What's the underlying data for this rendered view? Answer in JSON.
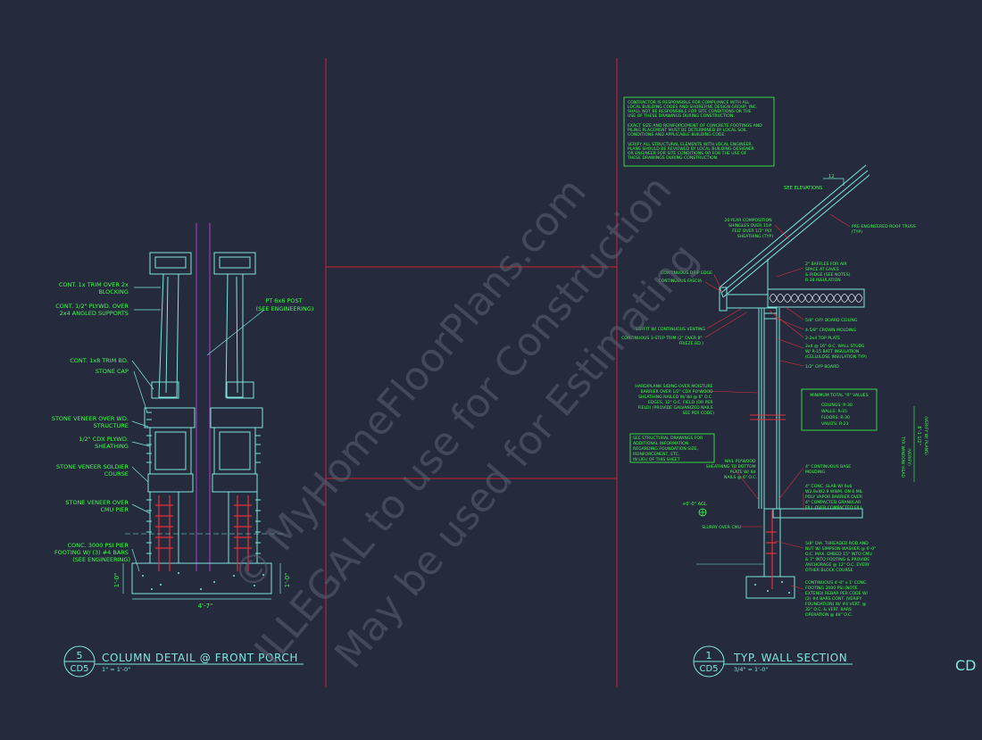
{
  "watermark": {
    "line1": "© MyHomeFloorPlans.com",
    "line2": "ILLEGAL to use for Construction",
    "line3": "May be used for Estimating"
  },
  "column_detail": {
    "labels": [
      "CONT. 1x TRIM OVER 2x",
      "BLOCKING",
      "CONT. 1/2\" PLYWD. OVER",
      "2x4 ANGLED SUPPORTS",
      "CONT. 1x8 TRIM BD.",
      "STONE CAP",
      "STONE VENEER OVER WD.",
      "STRUCTURE",
      "1/2\" CDX PLYWD.",
      "SHEATHING",
      "STONE VENEER SOLDIER",
      "COURSE",
      "STONE VENEER OVER",
      "CMU PIER",
      "CONC. 3000 PSI PIER",
      "FOOTING W/ (3) #4 BARS",
      "(SEE ENGINEERING)"
    ],
    "post_label": [
      "PT 6x6 POST",
      "(SEE ENGINEERING)"
    ],
    "dim_width": "4'-7\"",
    "dim_height_left": "1'-0\"",
    "dim_height_right": "1'-0\"",
    "detail_number": "5",
    "sheet_ref": "CD5",
    "title": "COLUMN DETAIL @ FRONT PORCH",
    "scale": "1\" = 1'-0\""
  },
  "wall_section": {
    "general_notes": [
      "CONTRACTOR IS RESPONSIBLE FOR COMPLIANCE WITH ALL",
      "LOCAL BUILDING CODES AND SHOREFINE DESIGN GROUP, INC.",
      "SHALL NOT BE RESPONSIBLE FOR SITE CONDITIONS OR THE",
      "USE OF THESE DRAWINGS DURING CONSTRUCTION.",
      "",
      "EXACT SIZE AND REINFORCEMENT OF CONCRETE FOOTINGS AND",
      "PILING PLACEMENT MUST BE DETERMINED BY LOCAL SOIL",
      "CONDITIONS AND APPLICABLE BUILDING CODE.",
      "",
      "VERIFY ALL STRUCTURAL ELEMENTS WITH LOCAL ENGINEER.",
      "PLANS SHOULD BE REVIEWED BY LOCAL BUILDING DESIGNER",
      "OR ENGINEER FOR SITE CONDITIONS OR FOR THE USE OF",
      "THESE DRAWINGS DURING CONSTRUCTION."
    ],
    "pitch": "12",
    "see_elevations": "SEE ELEVATIONS",
    "shingles": [
      "20-YEAR COMPOSITION",
      "SHINGLES OVER 15#",
      "FELT OVER 1/2\" PLY",
      "SHEATHING (TYP)"
    ],
    "truss": [
      "PRE-ENGINEERED ROOF TRUSS",
      "(TYP)"
    ],
    "baffle": [
      "2\" BAFFLES FOR AIR",
      "SPACE AT EAVES",
      "& RIDGE (SEE NOTES)"
    ],
    "insulation_r38": "R-38 INSULATION",
    "drip_edge": "CONTINUOUS DRIP EDGE",
    "fascia": "CONTINUOUS FASCIA",
    "soffit": "SOFFIT W/ CONTINUOUS VENTING",
    "frieze": [
      "CONTINUOUS 3-STEP TRIM (2\" OVER 8\"",
      "FRIEZE BD.)"
    ],
    "gyp_ceiling": "5/8\" GYP. BOARD CEILING",
    "crown": "4-5/8\" CROWN MOLDING",
    "top_plate": "2-2x4 TOP PLATE",
    "studs": [
      "2x4 @ 16\" O.C. WALL STUDS",
      "W/ R-15 BATT INSULATION",
      "(CELLULOSE INSULATION TYP)"
    ],
    "gyp_wall": "1/2\" GYP BOARD",
    "siding": [
      "HARDIPLANK SIDING OVER MOISTURE",
      "BARRIER OVER 1/2\" CDX PLYWOOD",
      "SHEATHING NAILED W/ 8d @ 6\" O.C.",
      "EDGES, 12\" O.C. FIELD (OR PER",
      "FIELD) (PROVIDE GALVANIZED NAILS",
      "SEE PER CODE)"
    ],
    "r_values": {
      "title": "MINIMUM TOTAL \"R\" VALUES",
      "rows": [
        "CEILINGS:  R-30",
        "WALLS:  R-15",
        "FLOORS:  R-30",
        "VAULTS:  R-23"
      ]
    },
    "engineering_note": [
      "SEE STRUCTURAL DRAWINGS FOR",
      "ADDITIONAL INFORMATION",
      "REGARDING FOUNDATION SIZE,",
      "REINFORCEMENT, ETC.",
      "IN LIEU OF THIS SHEET"
    ],
    "nail_plywood": [
      "NAIL PLYWOOD",
      "SHEATHING TO BOTTOM",
      "PLATE W/ 8d",
      "NAILS @ 6\" O.C."
    ],
    "base": [
      "4\" CONTINUOUS BASE",
      "MOLDING"
    ],
    "slab": [
      "4\" CONC. SLAB W/ 6x6",
      "W2.9xW2.9 WWM. ON 6 MIL",
      "POLY VAPOR BARRIER OVER",
      "4\" COMPACTED GRANULAR",
      "FILL OVER COMPACTED FILL"
    ],
    "level": "+0'-0\" AGL",
    "slurry": "SLURRY OVER CMU",
    "anchor": [
      "5/8\" DIA. THREADED ROD AND",
      "NUT W/ SIMPSON WASHER @ 6'-0\"",
      "O.C. MAX. EMBED 15\" INTO CMU",
      "& 7\" INTO FOOTING & PROVIDE",
      "ANCHORAGE @ 12\" O.C. EVERY",
      "OTHER BLOCK COURSE"
    ],
    "footing": [
      "CONTINUOUS 4'-0\" x 1' CONC.",
      "FOOTING 3000 PSI (NOTE",
      "EXTEND) REBAR PER CODE W/",
      "(2) #4 BARS CONT. (VERIFY",
      "FOUNDATION) W/ #4 VERT. @",
      "32\" O.C. & VERT. BARS",
      "OPERATION @ 48\" O.C."
    ],
    "side_labels": [
      "8'-1 1/2\"",
      "(VERIFY W/ PLANS)",
      "TYP. WINDOW HEAD",
      "(VERIFY)"
    ],
    "detail_number": "1",
    "sheet_ref": "CD5",
    "title": "TYP. WALL SECTION",
    "scale": "3/4\" = 1'-0\""
  },
  "edge_text": "CD"
}
